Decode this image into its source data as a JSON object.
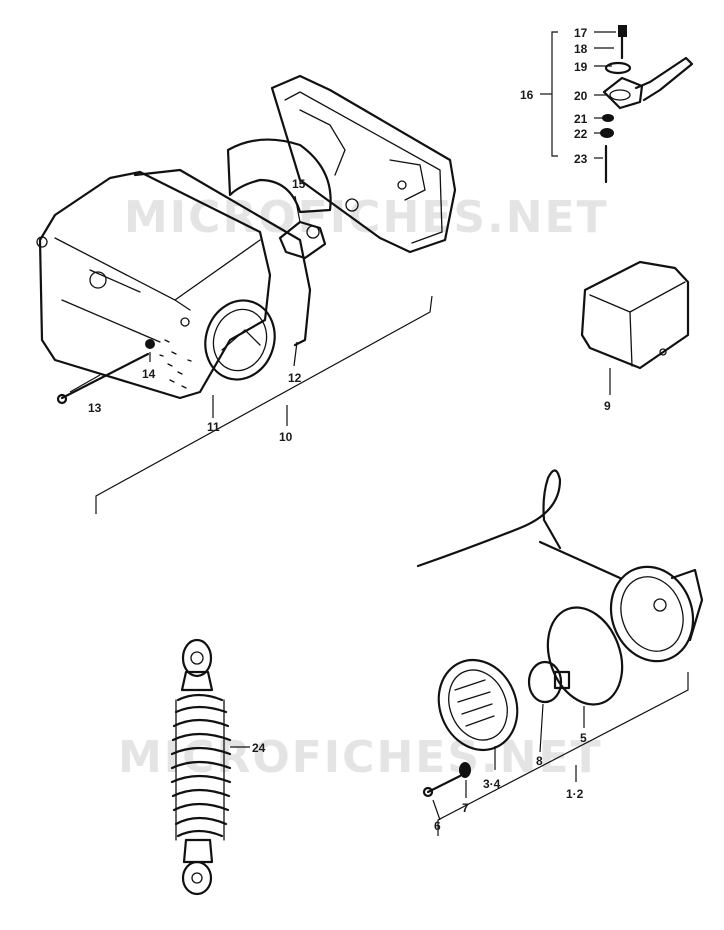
{
  "watermarks": [
    "MICROFICHES.NET",
    "MICROFICHES.NET"
  ],
  "part_labels": {
    "p1_2": "1·2",
    "p3_4": "3·4",
    "p5": "5",
    "p6": "6",
    "p7": "7",
    "p8": "8",
    "p9": "9",
    "p10": "10",
    "p11": "11",
    "p12": "12",
    "p13": "13",
    "p14": "14",
    "p15": "15",
    "p16": "16",
    "p17": "17",
    "p18": "18",
    "p19": "19",
    "p20": "20",
    "p21": "21",
    "p22": "22",
    "p23": "23",
    "p24": "24"
  }
}
